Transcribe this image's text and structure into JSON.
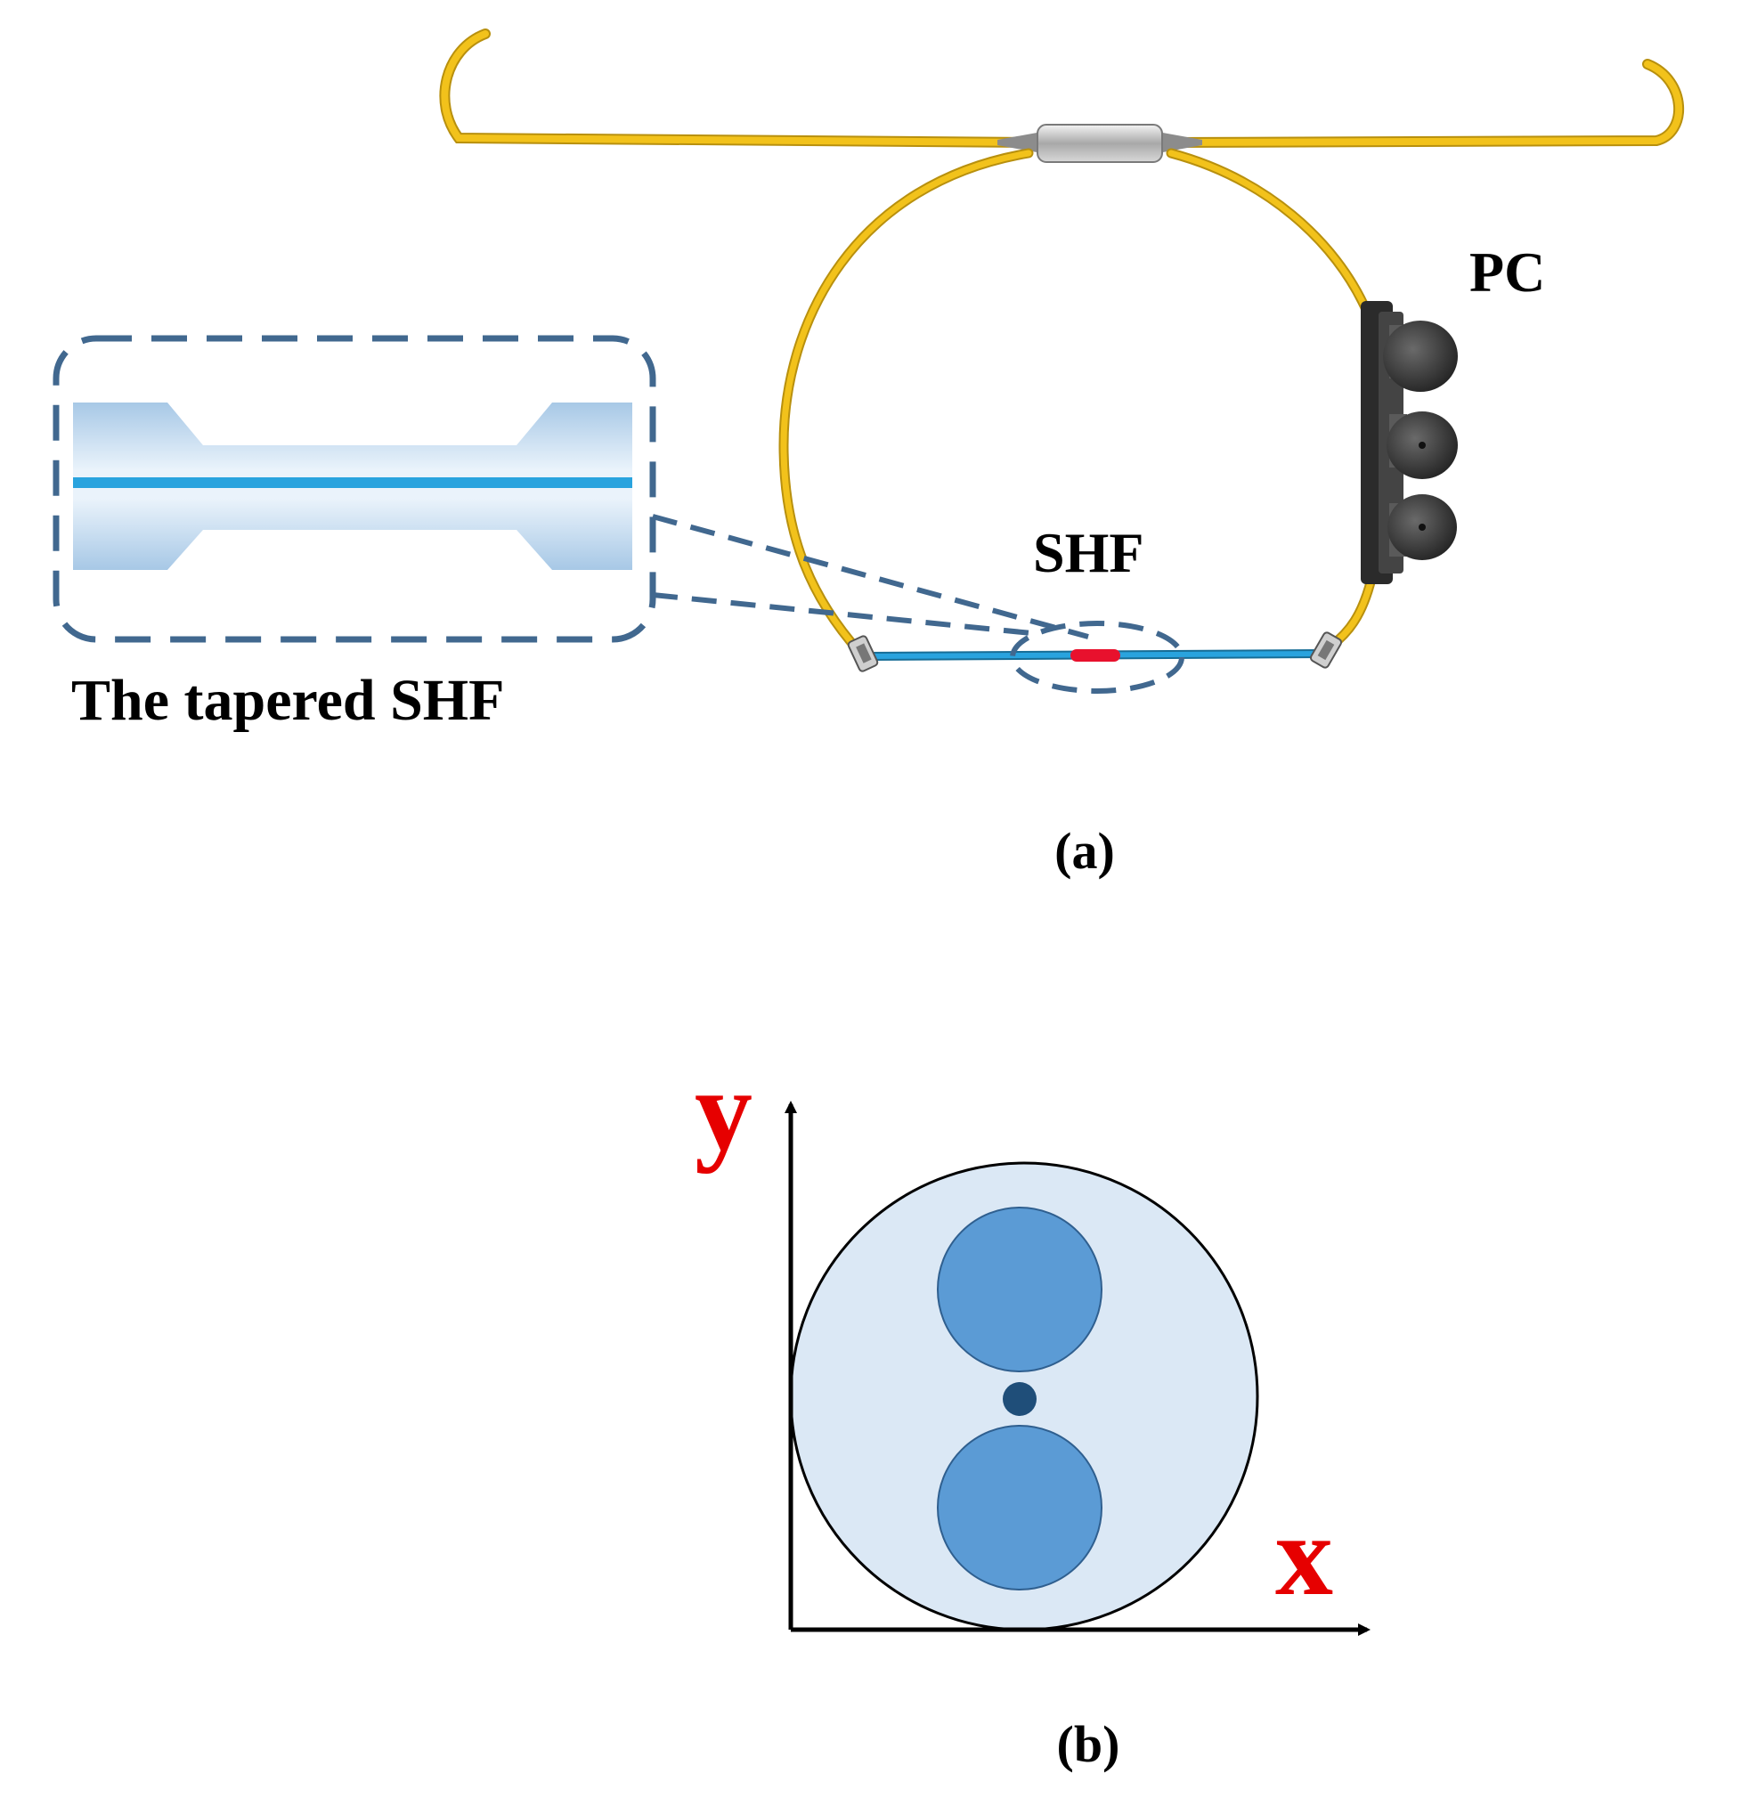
{
  "panel_a": {
    "caption": "(a)",
    "label_pc": "PC",
    "label_shf": "SHF",
    "label_inset": "The tapered SHF"
  },
  "panel_b": {
    "caption": "(b)",
    "axis_y": "y",
    "axis_x": "x"
  },
  "colors": {
    "fiber_yellow": "#f2c21b",
    "fiber_blue": "#29a3de",
    "taper_red": "#e8112d",
    "dashed_outline": "#41688f",
    "pc_dark": "#2b2b2b",
    "cladding": "#dbe8f5",
    "air_holes": "#5b9bd5",
    "core": "#1f4e79",
    "axis_label_red": "#e60000"
  }
}
